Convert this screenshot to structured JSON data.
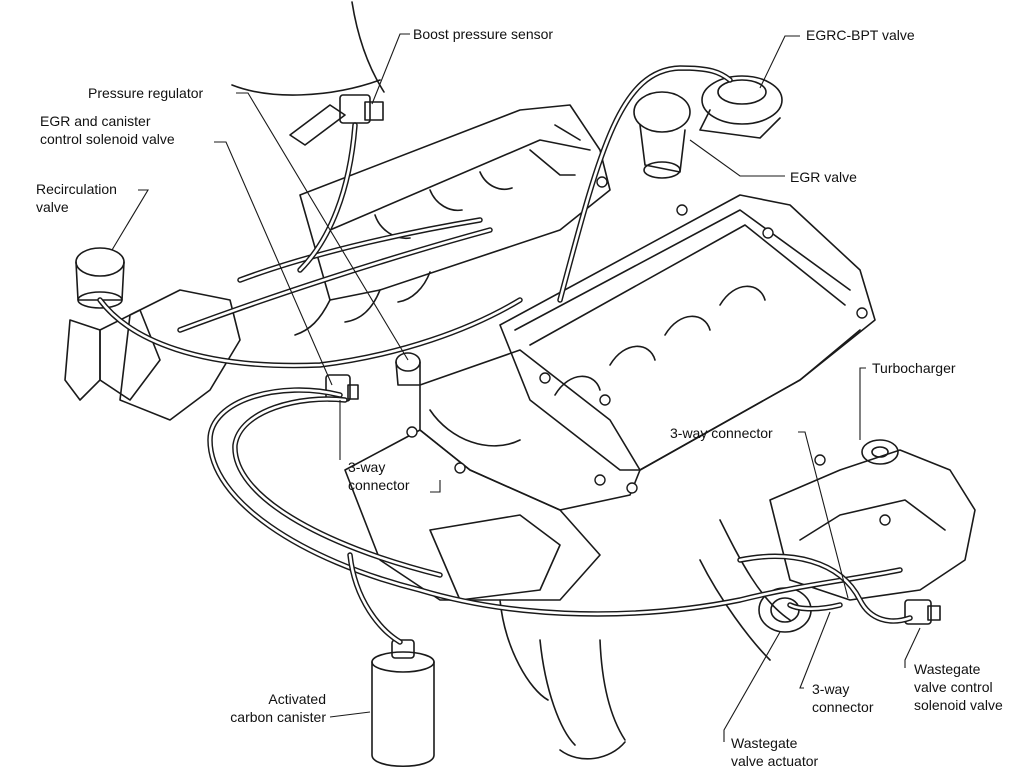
{
  "diagram": {
    "labels": {
      "boost_pressure_sensor": "Boost pressure sensor",
      "egrc_bpt_valve": "EGRC-BPT valve",
      "pressure_regulator": "Pressure regulator",
      "egr_canister_solenoid": [
        "EGR and canister",
        "control solenoid valve"
      ],
      "recirculation_valve": [
        "Recirculation",
        "valve"
      ],
      "egr_valve": "EGR valve",
      "turbocharger": "Turbocharger",
      "three_way_connector_left": [
        "3-way",
        "connector"
      ],
      "three_way_connector_right": "3-way connector",
      "three_way_connector_bottom": [
        "3-way",
        "connector"
      ],
      "wastegate_solenoid": [
        "Wastegate",
        "valve control",
        "solenoid valve"
      ],
      "wastegate_actuator": [
        "Wastegate",
        "valve actuator"
      ],
      "activated_carbon_canister": [
        "Activated",
        "carbon canister"
      ]
    }
  }
}
